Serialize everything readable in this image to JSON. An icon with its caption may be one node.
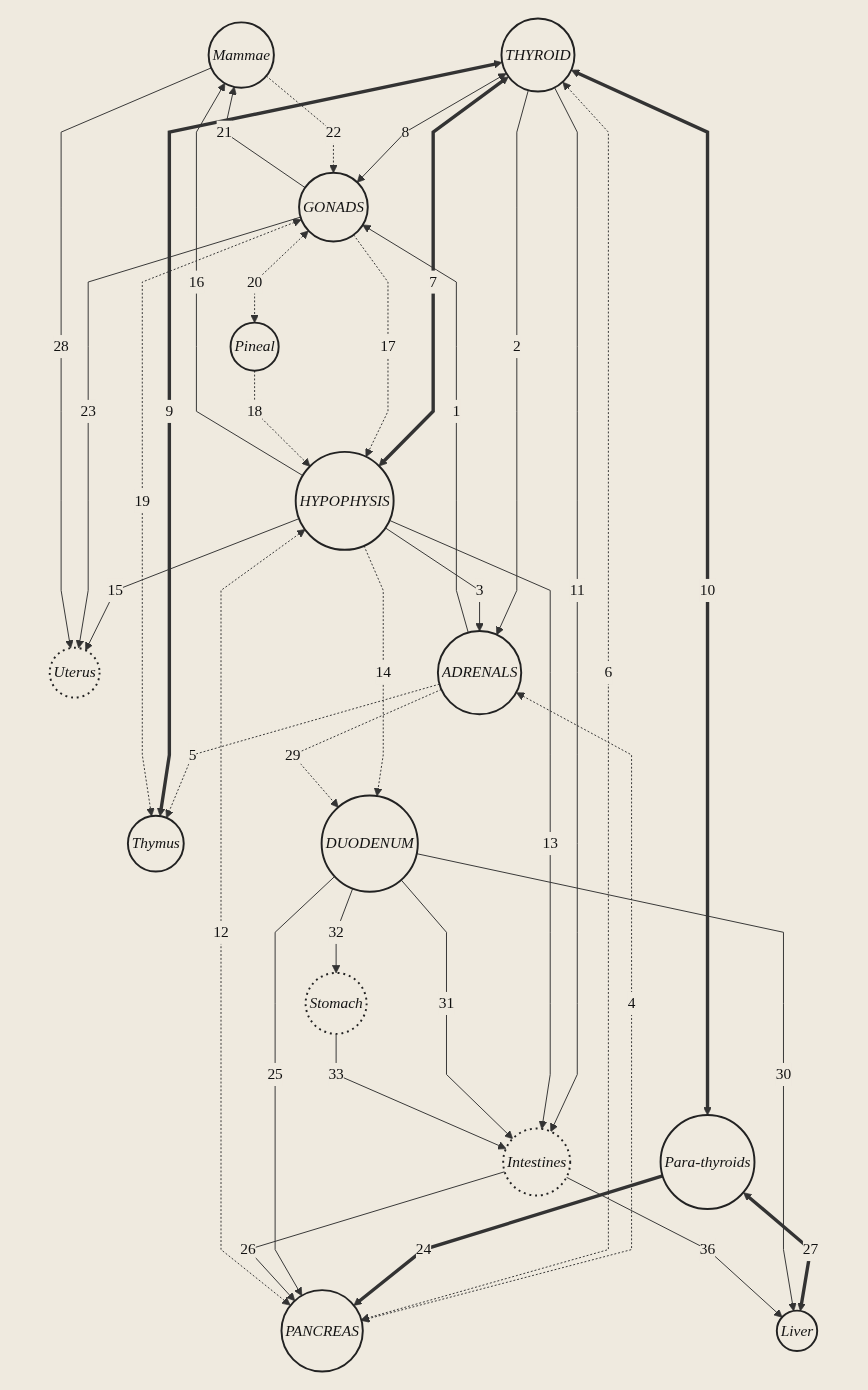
{
  "diagram": {
    "nodes": [
      {
        "text": [
          "Mammae"
        ]
      },
      {
        "text": [
          "GONADS"
        ]
      },
      {
        "text": [
          "Pineal"
        ]
      },
      {
        "text": [
          "Uterus"
        ]
      },
      {
        "text": [
          "Thymus"
        ]
      },
      {
        "text": [
          "THYROID"
        ]
      },
      {
        "text": [
          "HYPOPHYSIS"
        ]
      },
      {
        "text": [
          "ADRENALS"
        ]
      },
      {
        "text": [
          "Para-thyroids"
        ]
      },
      {
        "text": [
          "PANCREAS"
        ]
      },
      {
        "text": [
          "DUODENUM"
        ]
      },
      {
        "text": [
          "Liver"
        ]
      },
      {
        "text": [
          "Intestines"
        ]
      },
      {
        "text": [
          "Stomach"
        ]
      }
    ],
    "edges": [
      {
        "from": 7,
        "to": 1,
        "arrow": "to",
        "label": "1"
      },
      {
        "from": 5,
        "to": 7,
        "arrow": "to",
        "label": "2"
      },
      {
        "from": 6,
        "to": 7,
        "arrow": "to",
        "label": "3"
      },
      {
        "from": 7,
        "to": 9,
        "arrow": "both",
        "label": "4",
        "style": "dashed"
      },
      {
        "from": 7,
        "to": 4,
        "arrow": "to",
        "label": "5",
        "style": "dashed"
      },
      {
        "from": 5,
        "to": 9,
        "arrow": "both",
        "label": "6",
        "style": "dashed"
      },
      {
        "from": 5,
        "to": 6,
        "arrow": "both",
        "label": "7",
        "style": "thick"
      },
      {
        "from": 5,
        "to": 1,
        "arrow": "both",
        "label": "8"
      },
      {
        "from": 5,
        "to": 4,
        "arrow": "both",
        "label": "9",
        "style": "thick"
      },
      {
        "from": 5,
        "to": 8,
        "arrow": "both",
        "label": "10",
        "style": "thick"
      },
      {
        "from": 5,
        "to": 12,
        "arrow": "to",
        "label": "11"
      },
      {
        "from": 9,
        "to": 6,
        "arrow": "both",
        "label": "12",
        "style": "dashed"
      },
      {
        "from": 6,
        "to": 12,
        "arrow": "to",
        "label": "13"
      },
      {
        "from": 6,
        "to": 10,
        "arrow": "to",
        "label": "14",
        "style": "dashed"
      },
      {
        "from": 6,
        "to": 3,
        "arrow": "to",
        "label": "15"
      },
      {
        "from": 6,
        "to": 0,
        "arrow": "to",
        "label": "16"
      },
      {
        "from": 1,
        "to": 6,
        "arrow": "to",
        "label": "17",
        "style": "dashed"
      },
      {
        "from": 2,
        "to": 6,
        "arrow": "to",
        "label": "18",
        "style": "dashed"
      },
      {
        "from": 1,
        "to": 4,
        "arrow": "both",
        "label": "19",
        "style": "dashed"
      },
      {
        "from": 1,
        "to": 2,
        "arrow": "both",
        "label": "20",
        "style": "dashed"
      },
      {
        "from": 1,
        "to": 0,
        "arrow": "to",
        "label": "21"
      },
      {
        "from": 0,
        "to": 1,
        "arrow": "to",
        "label": "22",
        "style": "dashed"
      },
      {
        "from": 1,
        "to": 3,
        "arrow": "to",
        "label": "23"
      },
      {
        "from": 8,
        "to": 9,
        "arrow": "to",
        "label": "24",
        "style": "thick"
      },
      {
        "from": 10,
        "to": 9,
        "arrow": "to",
        "label": "25"
      },
      {
        "from": 12,
        "to": 9,
        "arrow": "to",
        "label": "26"
      },
      {
        "from": 8,
        "to": 11,
        "arrow": "both",
        "label": "27",
        "style": "thick"
      },
      {
        "from": 0,
        "to": 3,
        "arrow": "to",
        "label": "28"
      },
      {
        "from": 7,
        "to": 10,
        "arrow": "to",
        "label": "29",
        "style": "dashed"
      },
      {
        "from": 10,
        "to": 11,
        "arrow": "to",
        "label": "30"
      },
      {
        "from": 10,
        "to": 12,
        "arrow": "to",
        "label": "31"
      },
      {
        "from": 10,
        "to": 13,
        "arrow": "to",
        "label": "32"
      },
      {
        "from": 13,
        "to": 12,
        "arrow": "to",
        "label": "33"
      },
      {
        "from": 12,
        "to": 11,
        "arrow": "to",
        "label": "36"
      }
    ]
  }
}
